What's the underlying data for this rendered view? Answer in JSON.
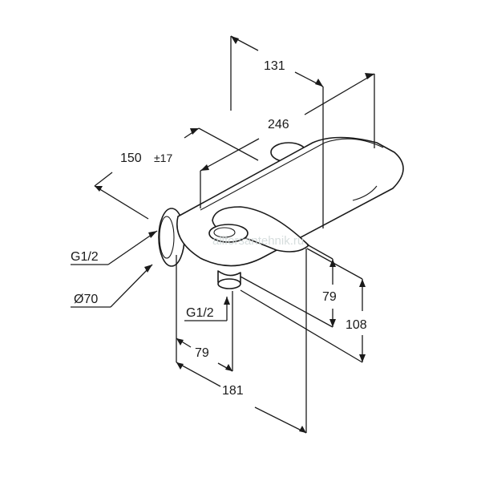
{
  "drawing": {
    "dimensions": {
      "width_131": "131",
      "length_246": "246",
      "spacing_150": "150",
      "tolerance": "±17",
      "thread_inlet": "G1/2",
      "diameter": "Ø70",
      "thread_outlet": "G1/2",
      "depth_79": "79",
      "height_79": "79",
      "height_108": "108",
      "depth_181": "181"
    },
    "watermark": "allforsantehnik.ru"
  }
}
